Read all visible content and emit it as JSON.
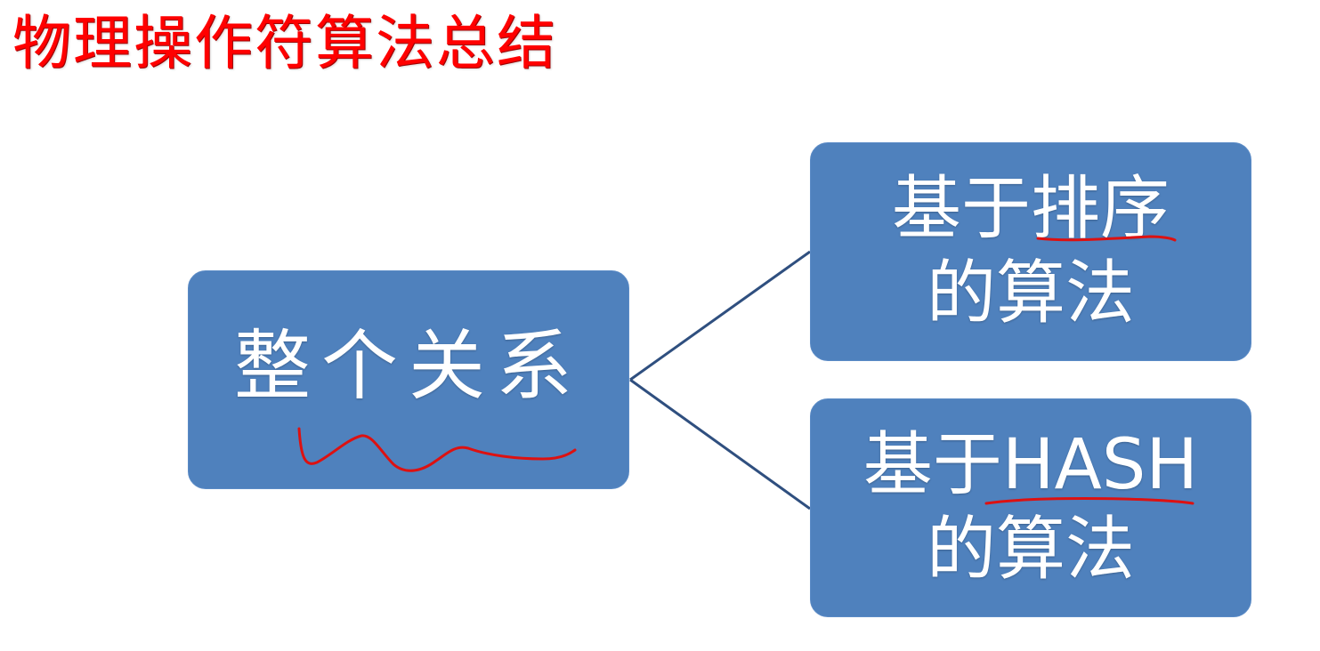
{
  "title": "物理操作符算法总结",
  "colors": {
    "title_text": "#ff0000",
    "node_fill": "#4f81bd",
    "node_text": "#ffffff",
    "connector_line": "#2f4f7f",
    "annotation_ink": "#dd1111"
  },
  "nodes": {
    "root": {
      "label": "整个关系"
    },
    "sort_based": {
      "line1": "基于排序",
      "line2": "的算法"
    },
    "hash_based": {
      "line1": "基于HASH",
      "line2": "的算法"
    }
  }
}
